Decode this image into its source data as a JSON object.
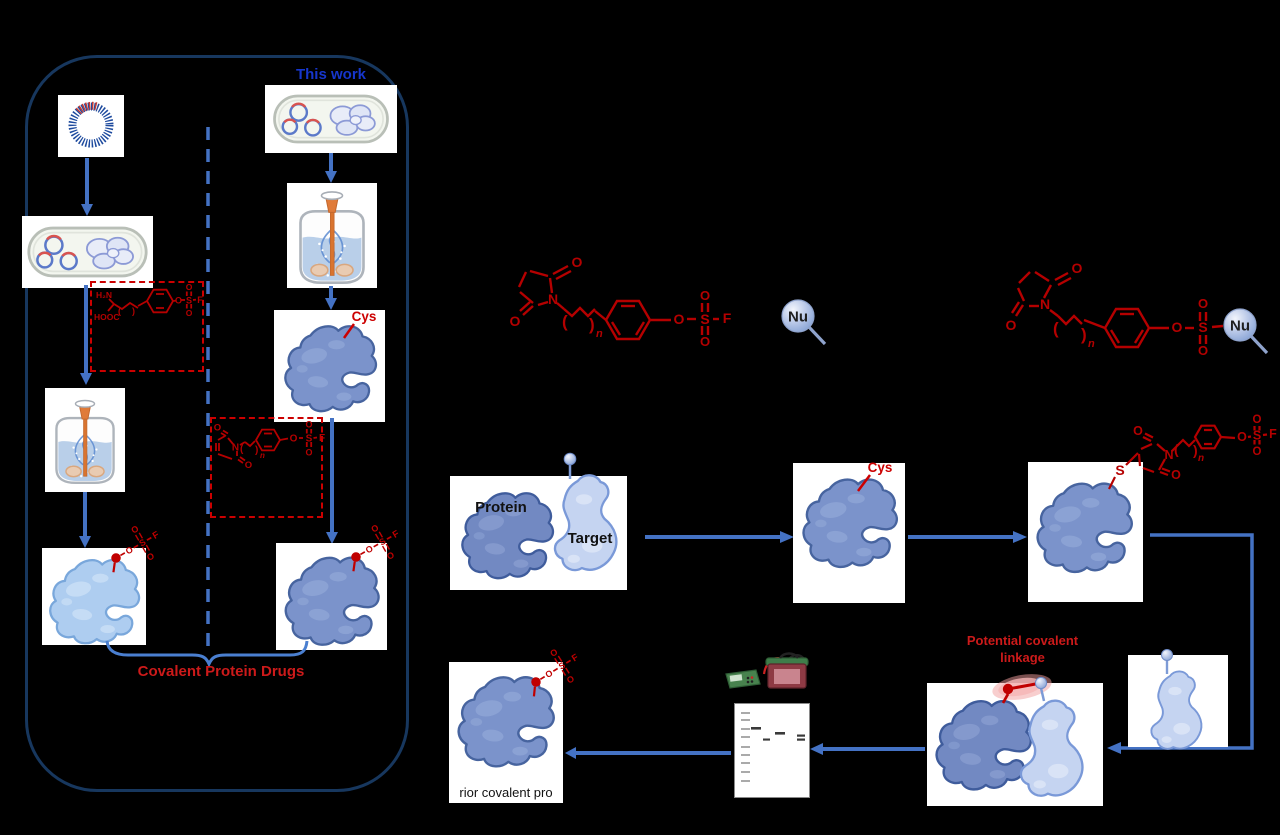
{
  "labels": {
    "this_work": "This work",
    "covalent_protein_drugs": "Covalent Protein Drugs",
    "protein": "Protein",
    "target": "Target",
    "cys": "Cys",
    "nu": "Nu",
    "potential_covalent_line1": "Potential covalent",
    "potential_covalent_line2": "linkage",
    "bottom_text_fragment": "rior covalent pro"
  },
  "chem": {
    "O": "O",
    "N": "N",
    "S": "S",
    "F": "F",
    "n": "n",
    "H2N": "H₂N",
    "HOOC": "HOOC"
  },
  "colors": {
    "background": "#000000",
    "panel_border": "#17375e",
    "arrow_blue": "#4472c4",
    "divider_blue": "#4472c4",
    "chem_red": "#b50000",
    "tag_red": "#c00000",
    "label_red": "#cc1a1a",
    "this_work_blue": "#1636cc",
    "protein_light": "#aecdf0",
    "protein_medium": "#7b93cb",
    "protein_dark": "#7289c2",
    "target_light": "#c5d4f1",
    "glow_pink": "#f29d9d"
  }
}
